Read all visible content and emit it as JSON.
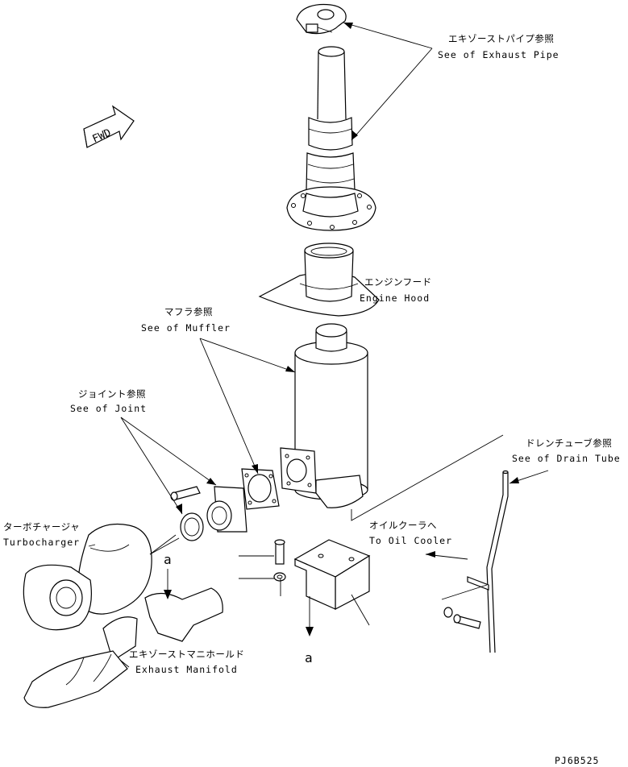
{
  "labels": {
    "exhaust_pipe_jp": "エキゾーストパイプ参照",
    "exhaust_pipe_en": "See of Exhaust Pipe",
    "engine_hood_jp": "エンジンフード",
    "engine_hood_en": "Engine Hood",
    "muffler_jp": "マフラ参照",
    "muffler_en": "See of Muffler",
    "joint_jp": "ジョイント参照",
    "joint_en": "See of Joint",
    "drain_tube_jp": "ドレンチューブ参照",
    "drain_tube_en": "See of Drain Tube",
    "oil_cooler_jp": "オイルクーラへ",
    "oil_cooler_en": "To Oil Cooler",
    "turbo_jp": "ターボチャージャ",
    "turbo_en": "Turbocharger",
    "manifold_jp": "エキゾーストマニホールド",
    "manifold_en": "Exhaust Manifold",
    "ref_a_top": "a",
    "ref_a_bottom": "a",
    "fwd": "FWD",
    "drawing_code": "PJ6B525"
  }
}
